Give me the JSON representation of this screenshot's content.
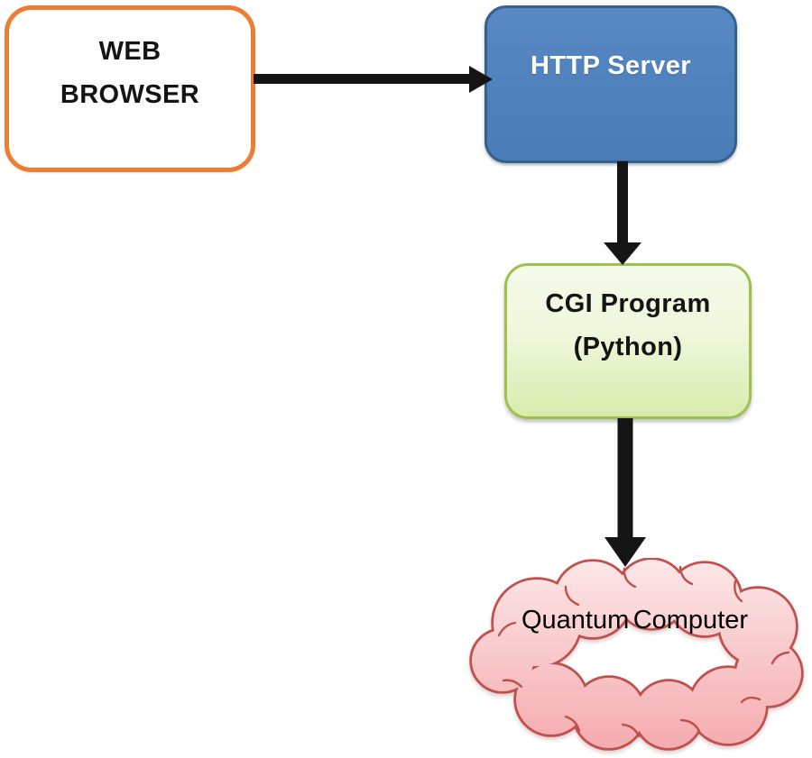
{
  "diagram": {
    "title": "Web browser to quantum computer CGI flow",
    "background_color": "#FFFFFF",
    "edge_color": "#151515",
    "nodes": {
      "web_browser": {
        "label_line1": "WEB",
        "label_line2": "BROWSER",
        "shape": "rounded-rectangle",
        "fill": "#FFFFFF",
        "border_color": "#ED7D31",
        "text_color": "#141414"
      },
      "http_server": {
        "label": "HTTP Server",
        "shape": "rounded-rectangle",
        "fill": "#4F81BD",
        "border_color": "#35618F",
        "text_color": "#FFFFFF"
      },
      "cgi_program": {
        "label_line1": "CGI Program",
        "label_line2": "(Python)",
        "shape": "rounded-rectangle",
        "fill_top": "#F5FAEA",
        "fill_bottom": "#D9ECAE",
        "border_color": "#9CC24D",
        "text_color": "#141414"
      },
      "quantum_computer": {
        "label_line1": "Quantum",
        "label_line2": "Computer",
        "shape": "cloud",
        "fill_top": "#FCE7E8",
        "fill_bottom": "#F5ABAF",
        "border_color": "#C0504D",
        "text_color": "#141414"
      }
    },
    "edges": [
      {
        "from": "web_browser",
        "to": "http_server",
        "direction": "right",
        "style": "thick-black-arrow"
      },
      {
        "from": "http_server",
        "to": "cgi_program",
        "direction": "down",
        "style": "thick-black-arrow"
      },
      {
        "from": "cgi_program",
        "to": "quantum_computer",
        "direction": "down",
        "style": "thick-black-arrow"
      }
    ]
  }
}
